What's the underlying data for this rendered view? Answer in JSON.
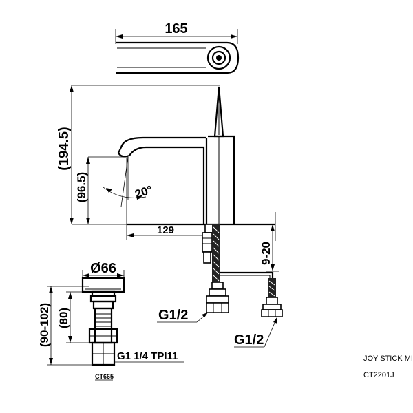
{
  "dimensions": {
    "width_top": "165",
    "height_total": "(194.5)",
    "height_spout": "(96.5)",
    "angle": "20°",
    "reach": "129",
    "deck_thickness": "9-20",
    "drain_diameter": "Ø66",
    "drain_range": "(90-102)",
    "drain_height": "(80)"
  },
  "connections": {
    "hose_left": "G1/2",
    "hose_right": "G1/2",
    "drain_thread": "G1 1/4 TPI11"
  },
  "drain_model": "CT665",
  "product": {
    "name": "JOY STICK MIX",
    "code": "CT2201J"
  }
}
